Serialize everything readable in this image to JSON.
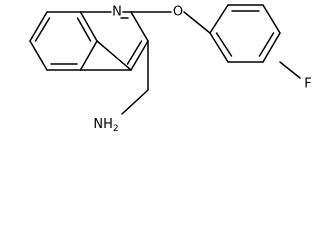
{
  "structure": {
    "atom_labels": {
      "ring_nitrogen": "N",
      "ether_oxygen": "O",
      "fluorine": "F",
      "amine": "NH2"
    },
    "colors": {
      "bond": "#000000",
      "label": "#000000",
      "background": "#ffffff"
    }
  }
}
